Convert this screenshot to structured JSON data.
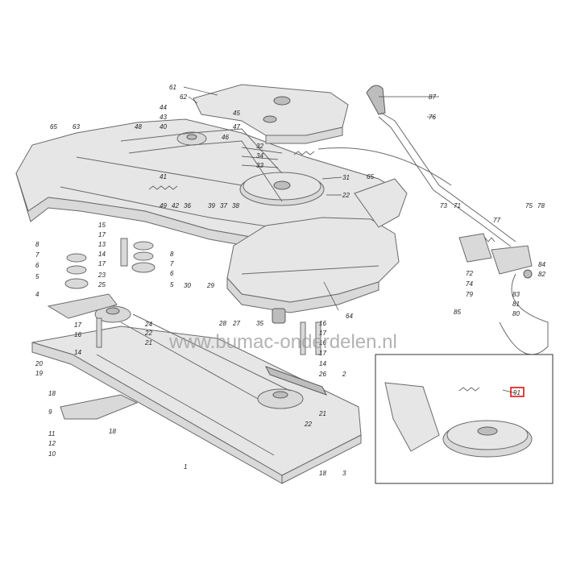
{
  "watermark": "www.bumac-onderdelen.nl",
  "highlight_color": "#e00000",
  "callouts": {
    "c61": "61",
    "c62": "62",
    "c44": "44",
    "c43": "43",
    "c40": "40",
    "c45": "45",
    "c47": "47",
    "c46": "46",
    "c48": "48",
    "c65a": "65",
    "c63": "63",
    "c32": "32",
    "c34": "34",
    "c33": "33",
    "c31": "31",
    "c65b": "65",
    "c22a": "22",
    "c41": "41",
    "c49": "49",
    "c42": "42",
    "c36": "36",
    "c39": "39",
    "c37": "37",
    "c38": "38",
    "c87": "87",
    "c76": "76",
    "c73": "73",
    "c71": "71",
    "c75": "75",
    "c78": "78",
    "c77": "77",
    "c72": "72",
    "c74": "74",
    "c79": "79",
    "c84": "84",
    "c82": "82",
    "c83": "83",
    "c81": "81",
    "c80": "80",
    "c85": "85",
    "c15a": "15",
    "c17a": "17",
    "c13a": "13",
    "c14a": "14",
    "c17b": "17",
    "c23": "23",
    "c25": "25",
    "c8a": "8",
    "c7a": "7",
    "c6a": "6",
    "c5a": "5",
    "c8b": "8",
    "c7b": "7",
    "c6b": "6",
    "c5b": "5",
    "c30": "30",
    "c29": "29",
    "c4": "4",
    "c24": "24",
    "c22b": "22",
    "c21a": "21",
    "c17c": "17",
    "c16a": "16",
    "c14b": "14",
    "c20": "20",
    "c19": "19",
    "c28": "28",
    "c27": "27",
    "c35": "35",
    "c64": "64",
    "c16b": "16",
    "c17d": "17",
    "c16c": "16",
    "c17e": "17",
    "c14c": "14",
    "c26": "26",
    "c2": "2",
    "c21b": "21",
    "c22c": "22",
    "c18a": "18",
    "c9": "9",
    "c11": "11",
    "c12": "12",
    "c10": "10",
    "c18b": "18",
    "c1": "1",
    "c18c": "18",
    "c3": "3",
    "c91": "91"
  }
}
